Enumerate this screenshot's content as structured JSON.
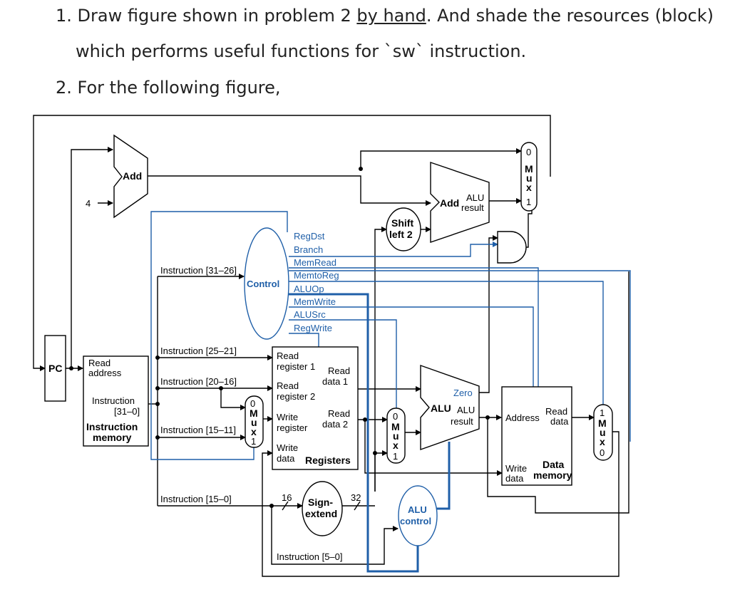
{
  "questions": [
    {
      "number": "1.",
      "line1_pre": "Draw figure shown in problem 2 ",
      "line1_underline": "by hand",
      "line1_post": ". And shade the resources (block)",
      "line2": "which performs useful functions for `sw` instruction."
    },
    {
      "number": "2.",
      "text": "For the following figure,"
    }
  ],
  "diagram": {
    "pc": "PC",
    "add1": "Add",
    "const4": "4",
    "imem": {
      "read_address": [
        "Read",
        "address"
      ],
      "instruction": [
        "Instruction",
        "[31–0]"
      ],
      "name": [
        "Instruction",
        "memory"
      ]
    },
    "control": "Control",
    "control_signals": [
      "RegDst",
      "Branch",
      "MemRead",
      "MemtoReg",
      "ALUOp",
      "MemWrite",
      "ALUSrc",
      "RegWrite"
    ],
    "instr_fields": [
      "Instruction [31–26]",
      "Instruction [25–21]",
      "Instruction [20–16]",
      "Instruction [15–11]",
      "Instruction [15–0]",
      "Instruction [5–0]"
    ],
    "registers": {
      "read_reg1": [
        "Read",
        "register 1"
      ],
      "read_reg2": [
        "Read",
        "register 2"
      ],
      "write_reg": [
        "Write",
        "register"
      ],
      "write_data": [
        "Write",
        "data"
      ],
      "read_data1": [
        "Read",
        "data 1"
      ],
      "read_data2": [
        "Read",
        "data 2"
      ],
      "name": "Registers"
    },
    "mux_letters": [
      "M",
      "u",
      "x"
    ],
    "mux_zero": "0",
    "mux_one": "1",
    "shift": [
      "Shift",
      "left 2"
    ],
    "add2": {
      "name": "Add",
      "result": [
        "ALU",
        "result"
      ]
    },
    "alu": {
      "name": "ALU",
      "zero": "Zero",
      "result": [
        "ALU",
        "result"
      ]
    },
    "sign_extend": [
      "Sign-",
      "extend"
    ],
    "bits_in": "16",
    "bits_out": "32",
    "alu_control": [
      "ALU",
      "control"
    ],
    "dmem": {
      "address": "Address",
      "read_data": [
        "Read",
        "data"
      ],
      "write_data": [
        "Write",
        "data"
      ],
      "name": [
        "Data",
        "memory"
      ]
    }
  },
  "colors": {
    "control_lines": "#1f5fa8",
    "datapath": "#000000"
  }
}
